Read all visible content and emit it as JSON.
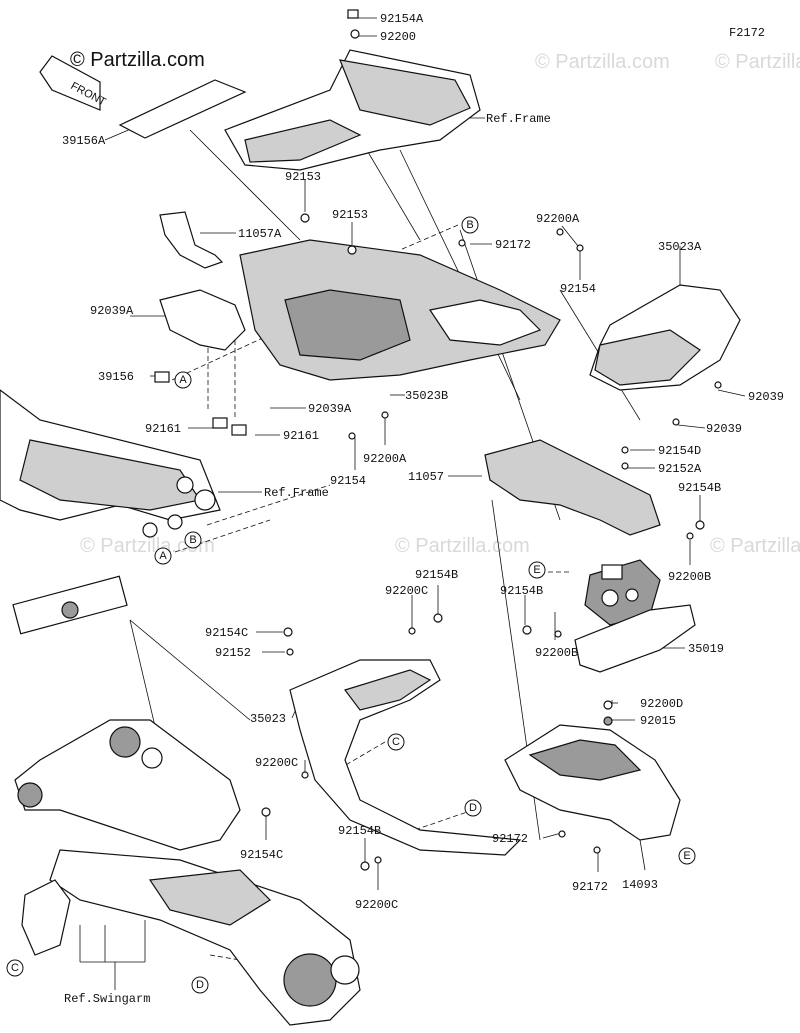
{
  "header": {
    "site": "© Partzilla.com",
    "figure_code": "F2172"
  },
  "front_marker": "FRONT",
  "watermark": "© Partzilla.com",
  "labels": {
    "l92154A": "92154A",
    "l92200": "92200",
    "l39156A": "39156A",
    "lRefFrameTop": "Ref.Frame",
    "l92153a": "92153",
    "l92153b": "92153",
    "l11057A": "11057A",
    "l92172a": "92172",
    "l92200A": "92200A",
    "l92154a": "92154",
    "l35023A": "35023A",
    "l92039A": "92039A",
    "l39156": "39156",
    "l92161a": "92161",
    "l92161b": "92161",
    "l92039Aa": "92039A",
    "l35023B": "35023B",
    "l92200Aa": "92200A",
    "l92154b": "92154",
    "l92039a": "92039",
    "l92039b": "92039",
    "l11057": "11057",
    "l92154D": "92154D",
    "l92152A": "92152A",
    "l92154B": "92154B",
    "lRefFrameMid": "Ref.Frame",
    "l92200B": "92200B",
    "l92154Ba": "92154B",
    "l92200Ca": "92200C",
    "l92154Bb": "92154B",
    "l92154C": "92154C",
    "l92152": "92152",
    "l92200Bb": "92200B",
    "l35019": "35019",
    "l35023": "35023",
    "l92200D": "92200D",
    "l92015": "92015",
    "l92200Cb": "92200C",
    "l92154Ca": "92154C",
    "l92154Bc": "92154B",
    "l92200Cc": "92200C",
    "l92172b": "92172",
    "l92172c": "92172",
    "l14093": "14093",
    "lRefSwingarm": "Ref.Swingarm"
  },
  "callouts": {
    "A": "A",
    "B": "B",
    "C": "C",
    "D": "D",
    "E": "E"
  }
}
